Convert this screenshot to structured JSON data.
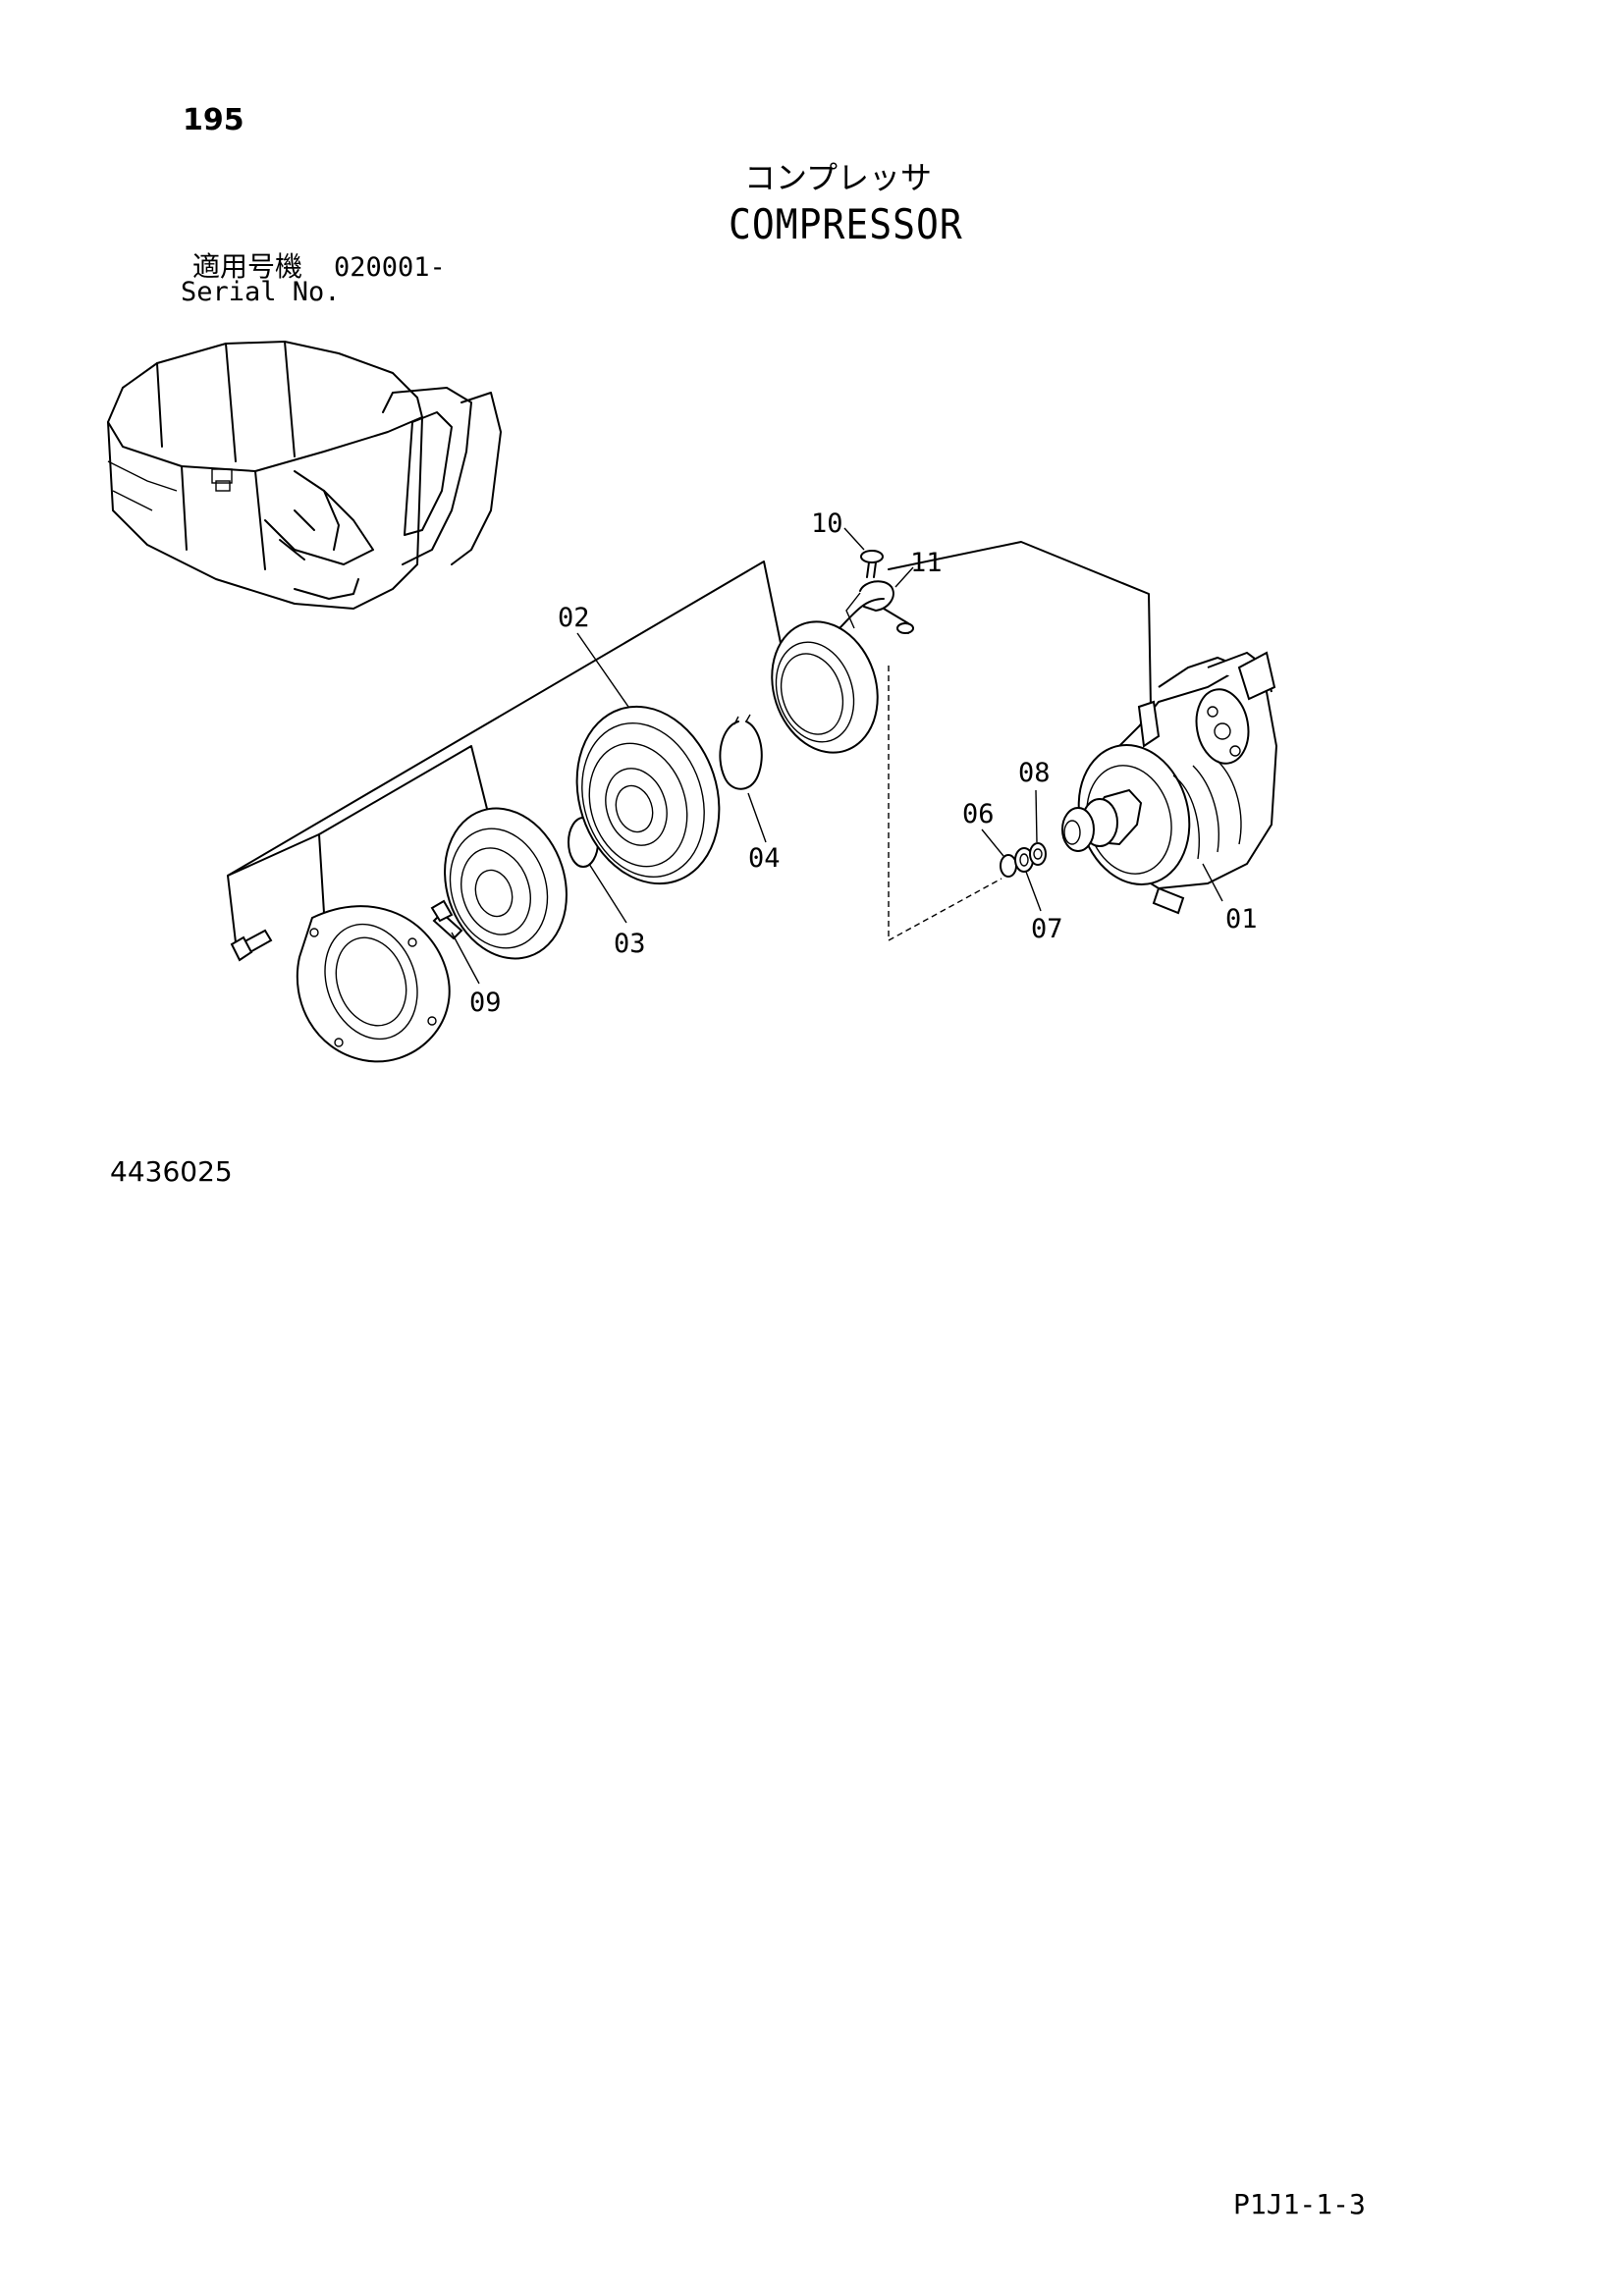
{
  "header": {
    "page_number": "195",
    "title_jp": "コンプレッサ",
    "title_en": "COMPRESSOR",
    "serial_label_jp": "適用号機",
    "serial_value": "020001-",
    "serial_label_en": "Serial No."
  },
  "diagram": {
    "callouts": [
      {
        "id": "01",
        "label": "01"
      },
      {
        "id": "02",
        "label": "02"
      },
      {
        "id": "03",
        "label": "03"
      },
      {
        "id": "04",
        "label": "04"
      },
      {
        "id": "06",
        "label": "06"
      },
      {
        "id": "07",
        "label": "07"
      },
      {
        "id": "08",
        "label": "08"
      },
      {
        "id": "09",
        "label": "09"
      },
      {
        "id": "10",
        "label": "10"
      },
      {
        "id": "11",
        "label": "11"
      }
    ]
  },
  "footer": {
    "doc_number": "4436025",
    "page_code": "P1J1-1-3"
  }
}
